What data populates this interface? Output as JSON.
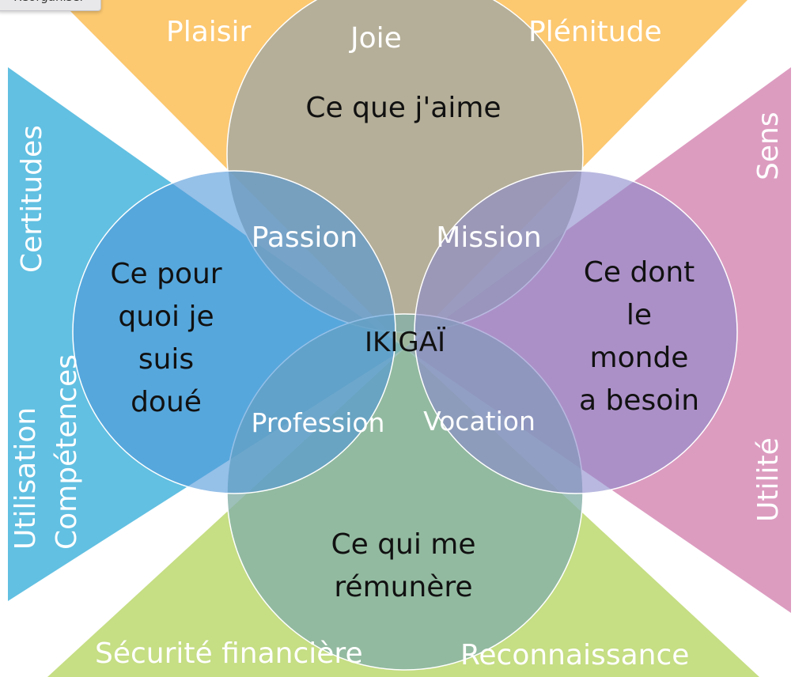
{
  "toolbar": {
    "reorganize_label": "Réorganiser"
  },
  "colors": {
    "top": "#fcc870",
    "left": "#62c0e2",
    "right": "#dc9cc0",
    "bottom": "#c6de84"
  },
  "triangles": {
    "top": [
      "Plaisir",
      "Joie",
      "Plénitude"
    ],
    "left": [
      "Certitudes",
      "Compétences",
      "Utilisation"
    ],
    "right": [
      "Sens",
      "Utilité"
    ],
    "bottom": [
      "Sécurité financière",
      "Reconnaissance"
    ]
  },
  "circles": {
    "top": [
      "Ce que j'aime"
    ],
    "left": [
      "Ce pour",
      "quoi je",
      "suis",
      "doué"
    ],
    "right": [
      "Ce dont",
      "le",
      "monde",
      "a besoin"
    ],
    "bottom": [
      "Ce qui me",
      "rémunère"
    ]
  },
  "overlaps": {
    "passion": "Passion",
    "mission": "Mission",
    "profession": "Profession",
    "vocation": "Vocation"
  },
  "center": "IKIGAÏ"
}
